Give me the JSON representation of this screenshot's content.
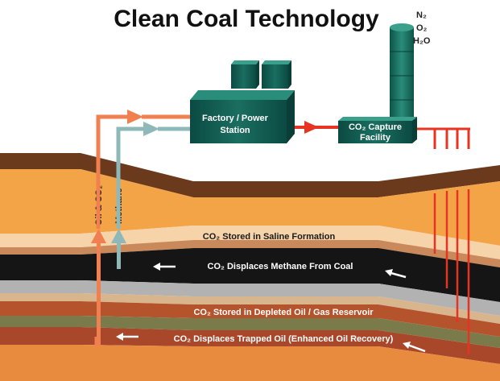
{
  "title": "Clean Coal Technology",
  "stack_gases": [
    "N₂",
    "O₂",
    "H₂O"
  ],
  "factory_label": [
    "Factory / Power",
    "Station"
  ],
  "capture_label": [
    "CO₂ Capture",
    "Facility"
  ],
  "well_labels": {
    "oil_co2": "Oil & CO₂",
    "methane": "Methane"
  },
  "layers": {
    "saline": "CO₂ Stored in Saline Formation",
    "coal": "CO₂ Displaces Methane From Coal",
    "depleted": "CO₂ Stored in Depleted Oil / Gas Reservoir",
    "enhanced": "CO₂ Displaces Trapped Oil (Enhanced Oil Recovery)"
  },
  "colors": {
    "input_arrow": "#f08050",
    "methane_arrow": "#8fb8b8",
    "co2_flow": "#e63322",
    "facility": "#0f5a50",
    "facility_top": "#2a8c7a",
    "surface": "#6b3a1c",
    "coal": "#151515"
  }
}
